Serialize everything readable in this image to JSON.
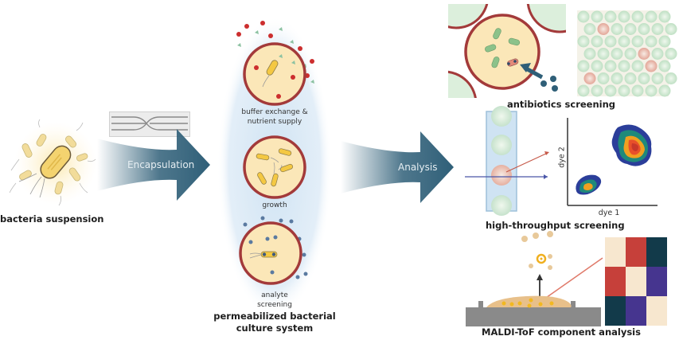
{
  "stages": {
    "input": {
      "label": "bacteria suspension"
    },
    "encapsulation_arrow": {
      "label": "Encapsulation"
    },
    "culture": {
      "title_line1": "permeabilized bacterial",
      "title_line2": "culture system",
      "steps": [
        {
          "line1": "buffer exchange &",
          "line2": "nutrient supply"
        },
        {
          "line1": "growth",
          "line2": ""
        },
        {
          "line1": "analyte",
          "line2": "screening"
        }
      ]
    },
    "analysis_arrow": {
      "label": "Analysis"
    },
    "outputs": [
      {
        "label": "antibiotics screening"
      },
      {
        "label": "high-throughput screening",
        "x_axis": "dye 1",
        "y_axis": "dye 2"
      },
      {
        "label": "MALDI-ToF component analysis"
      }
    ]
  },
  "colors": {
    "arrow": "#2f5f78",
    "droplet_membrane": "#a33a3a",
    "droplet_fill": "#fbe7b8",
    "halo": "#cfe3f3",
    "nutrient_red": "#cc2e2e",
    "nutrient_green": "#8cc2a2",
    "analyte_blue": "#3d5a80",
    "heatmap": [
      "#f7e7cf",
      "#c6403a",
      "#123a4a",
      "#c6403a",
      "#f7e7cf",
      "#46358f",
      "#123a4a",
      "#46358f",
      "#f7e7cf"
    ]
  }
}
